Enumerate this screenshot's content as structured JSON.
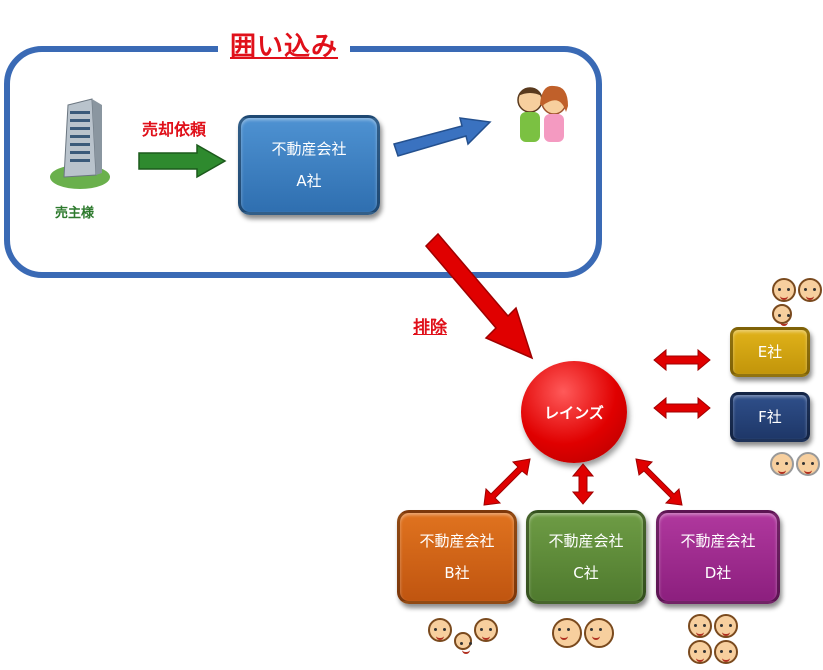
{
  "title": "囲い込み",
  "seller": {
    "label": "売主様"
  },
  "sale_request": "売却依頼",
  "exclusion": "排除",
  "company_a": {
    "line1": "不動産会社",
    "line2": "A社"
  },
  "reins": "レインズ",
  "company_b": {
    "line1": "不動産会社",
    "line2": "B社"
  },
  "company_c": {
    "line1": "不動産会社",
    "line2": "C社"
  },
  "company_d": {
    "line1": "不動産会社",
    "line2": "D社"
  },
  "company_e": "E社",
  "company_f": "F社",
  "colors": {
    "frame": "#3a6ab5",
    "title": "#e0101a",
    "company_a": "#3a80c4",
    "company_b": "#d0651a",
    "company_c": "#5e8b3a",
    "company_d": "#9e2c8e",
    "company_e": "#d1a314",
    "company_f": "#26437a",
    "reins": "#e00000"
  }
}
